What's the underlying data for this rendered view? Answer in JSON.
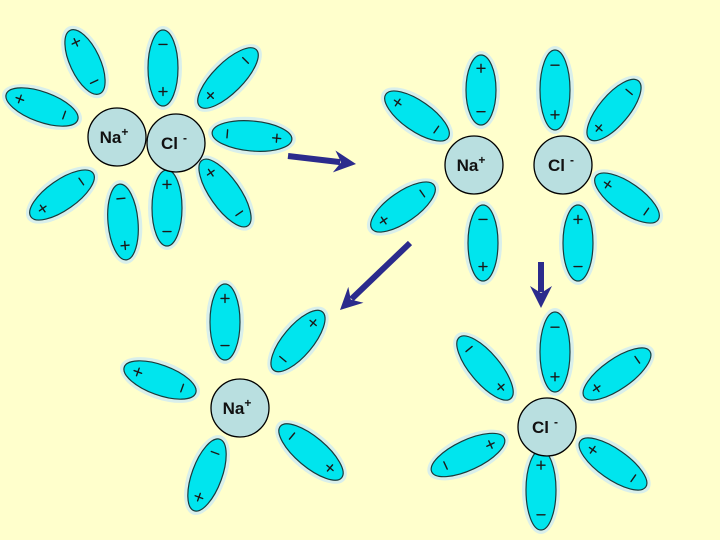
{
  "colors": {
    "background": "#ffffcc",
    "water": "#00e5ee",
    "water_stroke": "#1a3b3b",
    "water_halo": "#bfe4ff",
    "ion_fill": "#b9dfe0",
    "ion_stroke": "#000000",
    "arrow": "#2b2b8c",
    "charge": "#1a1a1a"
  },
  "icons": {
    "water": "water-molecule-icon",
    "arrow": "arrow-icon"
  },
  "ions": {
    "na": {
      "symbol": "Na",
      "charge": "+"
    },
    "cl": {
      "symbol": "Cl",
      "charge": "-"
    }
  },
  "stages": [
    {
      "id": "nacl-dissolving-start",
      "ions": [
        "na",
        "cl"
      ]
    },
    {
      "id": "nacl-separating",
      "ions": [
        "na",
        "cl"
      ]
    },
    {
      "id": "na-hydrated",
      "ions": [
        "na"
      ]
    },
    {
      "id": "cl-hydrated",
      "ions": [
        "cl"
      ]
    }
  ],
  "arrows": [
    {
      "from": "nacl-dissolving-start",
      "to": "nacl-separating"
    },
    {
      "from": "nacl-separating",
      "to": "na-hydrated"
    },
    {
      "from": "nacl-separating",
      "to": "cl-hydrated"
    }
  ]
}
